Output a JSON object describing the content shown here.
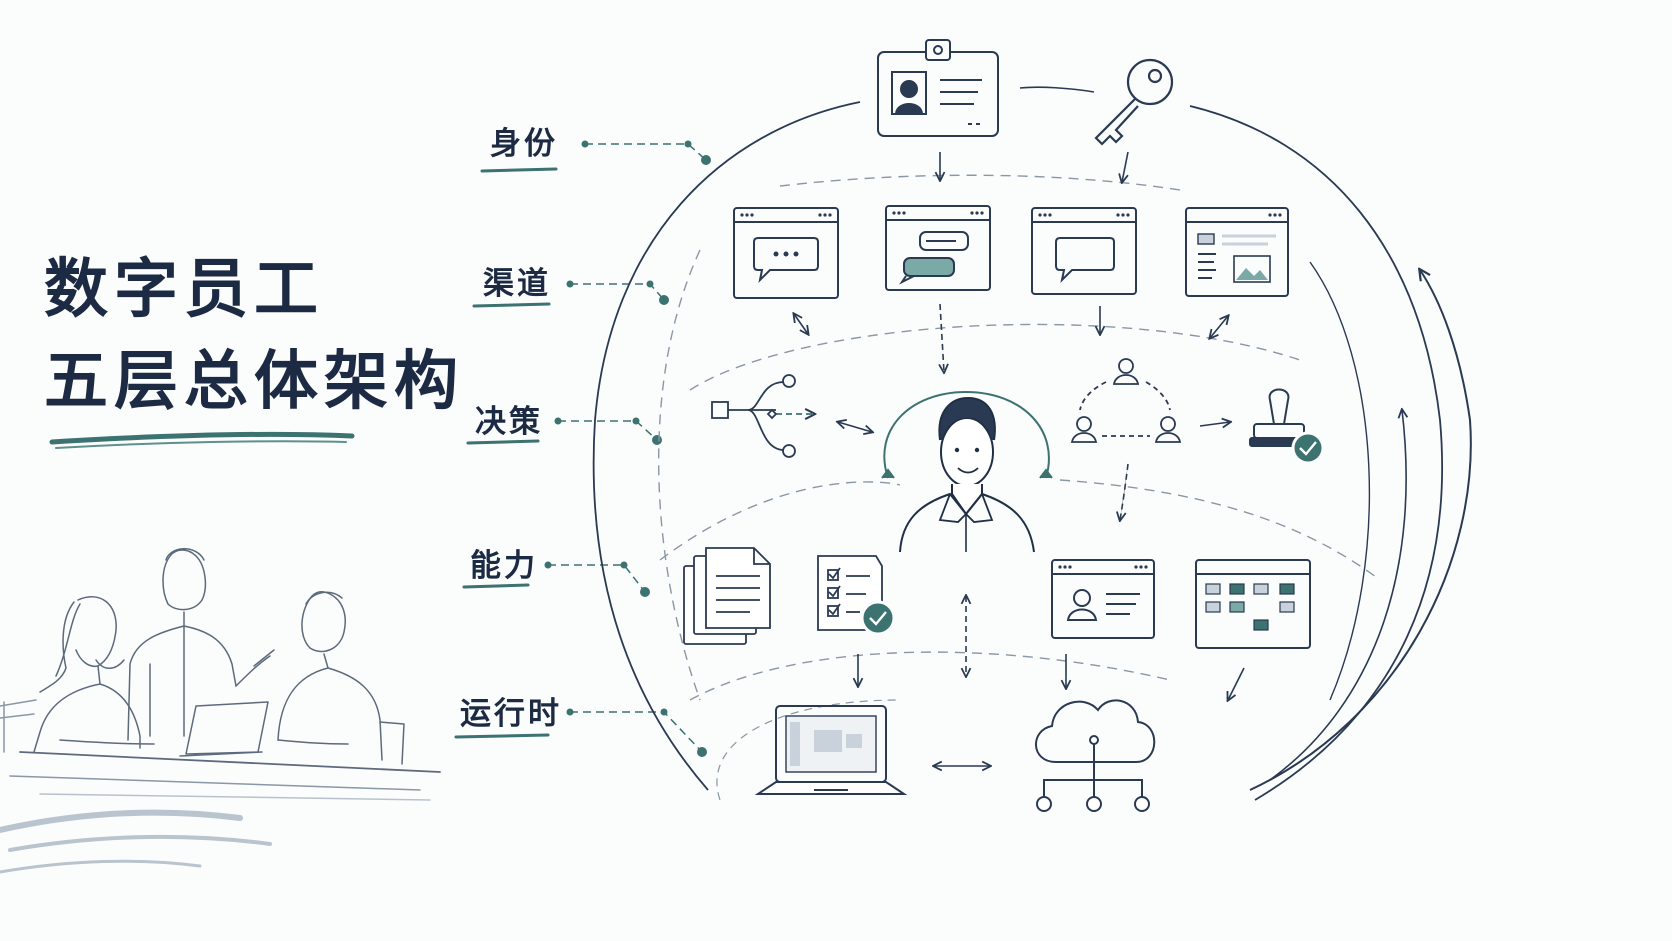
{
  "title": {
    "line1": "数字员工",
    "line2": "五层总体架构"
  },
  "layers": [
    {
      "id": "identity",
      "label": "身份"
    },
    {
      "id": "channel",
      "label": "渠道"
    },
    {
      "id": "decision",
      "label": "决策"
    },
    {
      "id": "capability",
      "label": "能力"
    },
    {
      "id": "runtime",
      "label": "运行时"
    }
  ],
  "colors": {
    "ink": "#1f2f45",
    "accent": "#3c7270",
    "accent_light": "#7aa9a6",
    "guide": "#8a97a6"
  },
  "icons": {
    "identity": [
      "id-badge-icon",
      "key-icon"
    ],
    "channel": [
      "chat-window-icon",
      "messaging-window-icon",
      "speech-window-icon",
      "web-page-icon"
    ],
    "decision": [
      "decision-tree-icon",
      "team-network-icon",
      "approval-stamp-icon"
    ],
    "center": "digital-employee-avatar",
    "capability": [
      "documents-icon",
      "checklist-icon",
      "profile-card-icon",
      "kanban-board-icon"
    ],
    "runtime": [
      "laptop-icon",
      "cloud-network-icon"
    ]
  }
}
